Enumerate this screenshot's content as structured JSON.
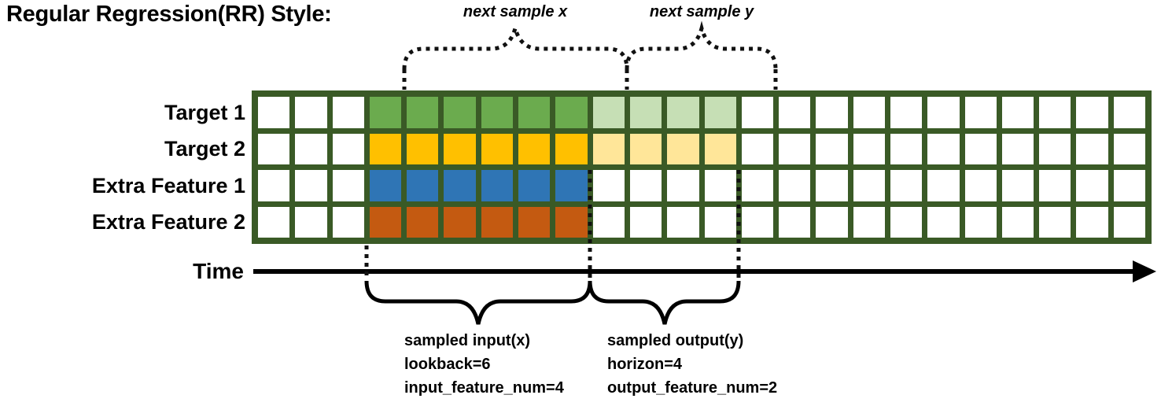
{
  "title": "Regular Regression(RR) Style:",
  "top_annotations": {
    "next_sample_x": "next sample x",
    "next_sample_y": "next sample y"
  },
  "time_axis": {
    "label": "Time"
  },
  "bottom_annotations": {
    "input": {
      "lines": [
        "sampled input(x)",
        "lookback=6",
        "input_feature_num=4"
      ]
    },
    "output": {
      "lines": [
        "sampled output(y)",
        "horizon=4",
        "output_feature_num=2"
      ]
    }
  },
  "palette": {
    "grid_border": "#3a5a26",
    "empty": "#ffffff",
    "target1_input": "#6bab4e",
    "target1_output": "#c6dfb5",
    "target2_input": "#ffc000",
    "target2_output": "#ffe699",
    "feature1_input": "#2f75b5",
    "feature2_input": "#c45a11",
    "annotation_black": "#000000"
  },
  "grid": {
    "columns": 24,
    "rows": [
      {
        "label": "Target 1",
        "cells": [
          "empty",
          "empty",
          "empty",
          "target1_input",
          "target1_input",
          "target1_input",
          "target1_input",
          "target1_input",
          "target1_input",
          "target1_output",
          "target1_output",
          "target1_output",
          "target1_output",
          "empty",
          "empty",
          "empty",
          "empty",
          "empty",
          "empty",
          "empty",
          "empty",
          "empty",
          "empty",
          "empty"
        ]
      },
      {
        "label": "Target 2",
        "cells": [
          "empty",
          "empty",
          "empty",
          "target2_input",
          "target2_input",
          "target2_input",
          "target2_input",
          "target2_input",
          "target2_input",
          "target2_output",
          "target2_output",
          "target2_output",
          "target2_output",
          "empty",
          "empty",
          "empty",
          "empty",
          "empty",
          "empty",
          "empty",
          "empty",
          "empty",
          "empty",
          "empty"
        ]
      },
      {
        "label": "Extra Feature 1",
        "cells": [
          "empty",
          "empty",
          "empty",
          "feature1_input",
          "feature1_input",
          "feature1_input",
          "feature1_input",
          "feature1_input",
          "feature1_input",
          "empty",
          "empty",
          "empty",
          "empty",
          "empty",
          "empty",
          "empty",
          "empty",
          "empty",
          "empty",
          "empty",
          "empty",
          "empty",
          "empty",
          "empty"
        ]
      },
      {
        "label": "Extra Feature 2",
        "cells": [
          "empty",
          "empty",
          "empty",
          "feature2_input",
          "feature2_input",
          "feature2_input",
          "feature2_input",
          "feature2_input",
          "feature2_input",
          "empty",
          "empty",
          "empty",
          "empty",
          "empty",
          "empty",
          "empty",
          "empty",
          "empty",
          "empty",
          "empty",
          "empty",
          "empty",
          "empty",
          "empty"
        ]
      }
    ]
  }
}
